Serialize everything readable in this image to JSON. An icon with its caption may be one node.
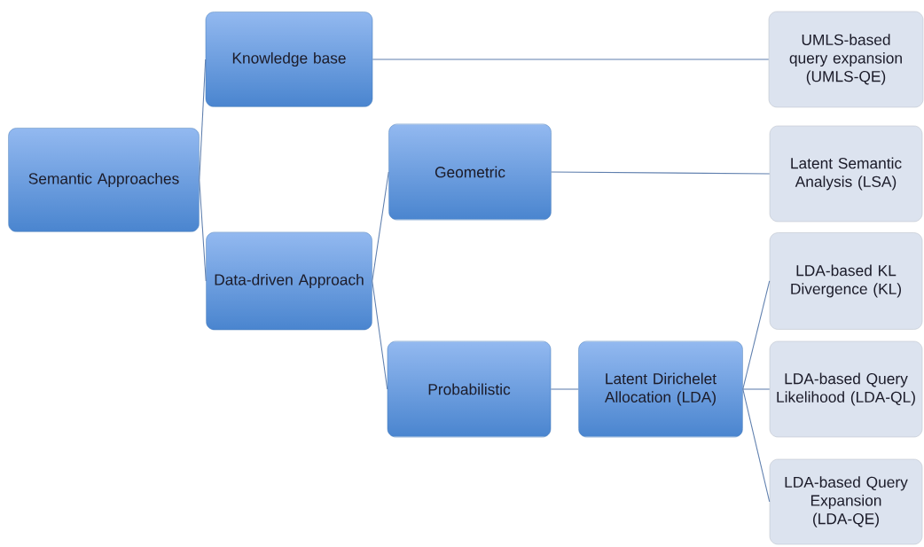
{
  "diagram": {
    "nodes": [
      {
        "text": [
          "Semantic Approaches"
        ]
      },
      {
        "text": [
          "Knowledge base"
        ]
      },
      {
        "text": [
          "Data-driven Approach"
        ]
      },
      {
        "text": [
          "Geometric"
        ]
      },
      {
        "text": [
          "Probabilistic"
        ]
      },
      {
        "text": [
          "Latent Dirichelet Allocation (LDA)"
        ]
      },
      {
        "text": [
          "UMLS-based query expansion (UMLS-QE)"
        ]
      },
      {
        "text": [
          "Latent Semantic Analysis (LSA)"
        ]
      },
      {
        "text": [
          "LDA-based KL Divergence (KL)"
        ]
      },
      {
        "text": [
          "LDA-based Query Likelihood (LDA-QL)"
        ]
      },
      {
        "text": [
          "LDA-based Query Expansion (LDA-QE)"
        ]
      }
    ],
    "edges": [
      {
        "from": 0,
        "to": 1,
        "arrow": "none"
      },
      {
        "from": 0,
        "to": 2,
        "arrow": "none"
      },
      {
        "from": 1,
        "to": 6,
        "arrow": "none"
      },
      {
        "from": 2,
        "to": 3,
        "arrow": "none"
      },
      {
        "from": 2,
        "to": 4,
        "arrow": "none"
      },
      {
        "from": 3,
        "to": 7,
        "arrow": "none"
      },
      {
        "from": 4,
        "to": 5,
        "arrow": "none"
      },
      {
        "from": 5,
        "to": 8,
        "arrow": "none"
      },
      {
        "from": 5,
        "to": 9,
        "arrow": "none"
      },
      {
        "from": 5,
        "to": 10,
        "arrow": "none"
      }
    ]
  }
}
